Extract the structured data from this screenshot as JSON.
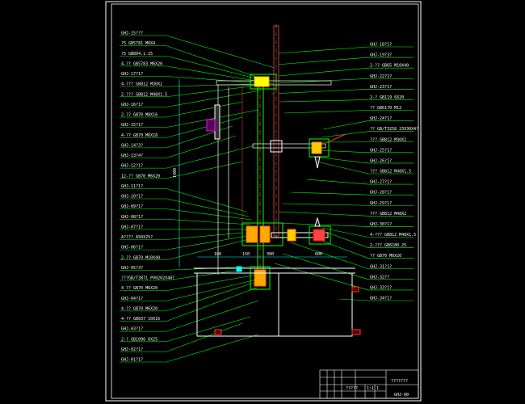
{
  "labels_left": [
    "GHJ-15???",
    "?5 GB5781 M6X4",
    "?5 GB894.1 25",
    "4-?? GB5783 M6X20",
    "GHJ-17?1?",
    "4-??? GB812 M30X2",
    "2-??? GB812 M48X1.5",
    "GHJ-16?1?",
    "2-?? GB70 M8X16",
    "GHJ-15?1?",
    "4-?? GB70 M6X18",
    "GHJ-14?3?",
    "GHJ-13?4?",
    "GHJ-12?1?",
    "12-?? GB70 M6X20",
    "GHJ-11?1?",
    "GHJ-10?1?",
    "GHJ-09?1?",
    "GHJ-08?1?",
    "GHJ-07?1?",
    "A???? A50X25?",
    "GHJ-06?1?",
    "2-?? GB70 M10X40",
    "GHJ-05?3?",
    "???GB/T3871 PV0202X40?",
    "4-?? GB70 M6X20",
    "GHJ-04?1?",
    "4-?? GB70 M6X20",
    "4-?? GB837 10X16",
    "GHJ-03?1?",
    "2-? GB1096 6X25",
    "GHJ-02?1?",
    "GHJ-01?1?"
  ],
  "labels_right": [
    "GHJ-18?1?",
    "GHJ-19?3?",
    "2-?? GB65 M10X40",
    "GHJ-22?1?",
    "GHJ-23?1?",
    "2-? GB119 6X20",
    "?? GB6170 M12",
    "GHJ-24?1?",
    "?? GB/T3258 23X30X4?",
    "??? GB812 M30X2",
    "GHJ-25?1?",
    "GHJ-26?1?",
    "??? GB812 M48X1.5",
    "GHJ-27?1?",
    "GHJ-28?1?",
    "GHJ-29?1?",
    "??? GB812 M48X2",
    "GHJ-30?1?",
    "4-??? GB812 M48X1.5",
    "2-??? GB6180 25",
    "?? GB70 M6X20",
    "GHJ-31?1?",
    "GHJ-32??",
    "GHJ-33?1?",
    "GHJ-34?1?"
  ],
  "dimensions": {
    "height": "1400",
    "seg_a": "180",
    "seg_b": "150",
    "seg_c": "300",
    "seg_d": "600"
  },
  "title_block": {
    "name": "???????",
    "drawing_no": "GHJ-00",
    "info_1": "?????",
    "info_2": "1:1",
    "info_3": "1"
  }
}
